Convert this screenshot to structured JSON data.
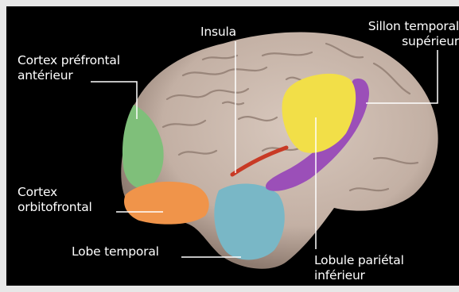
{
  "labels": {
    "cortex_prefrontal_1": "Cortex préfrontal",
    "cortex_prefrontal_2": "antérieur",
    "insula": "Insula",
    "sillon_1": "Sillon temporal",
    "sillon_2": "supérieur",
    "cortex_orbito_1": "Cortex",
    "cortex_orbito_2": "orbitofrontal",
    "lobe_temporal": "Lobe temporal",
    "lobule_1": "Lobule pariétal",
    "lobule_2": "inférieur"
  },
  "colors": {
    "background": "#000000",
    "frame": "#e7e7e7",
    "brain": "#c9b7ab",
    "prefrontal": "#7fbf7a",
    "orbitofrontal": "#f0944a",
    "temporal": "#79b7c6",
    "insula": "#c83a25",
    "parietal": "#f2df48",
    "sts": "#9b4fb8",
    "leader": "#ffffff"
  }
}
